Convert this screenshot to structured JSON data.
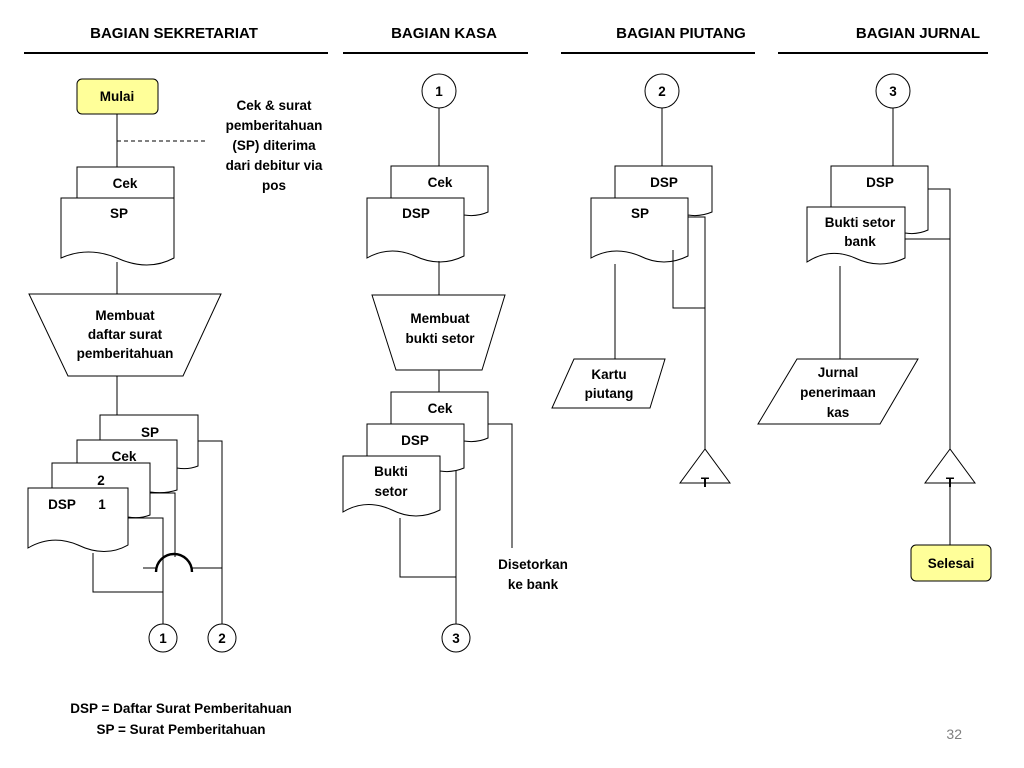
{
  "headers": {
    "sekretariat": "BAGIAN SEKRETARIAT",
    "kasa": "BAGIAN KASA",
    "piutang": "BAGIAN PIUTANG",
    "jurnal": "BAGIAN JURNAL"
  },
  "sekretariat": {
    "start": "Mulai",
    "note": [
      "Cek & surat",
      "pemberitahuan",
      "(SP) diterima",
      "dari debitur via",
      "pos"
    ],
    "doc_cek": "Cek",
    "doc_sp": "SP",
    "process": [
      "Membuat",
      "daftar surat",
      "pemberitahuan"
    ],
    "out_sp": "SP",
    "out_cek": "Cek",
    "out_copy2": "2",
    "out_dsp": "DSP",
    "out_copy1": "1",
    "conn_1": "1",
    "conn_2": "2"
  },
  "kasa": {
    "conn_in": "1",
    "doc_cek": "Cek",
    "doc_dsp": "DSP",
    "process": [
      "Membuat",
      "bukti setor"
    ],
    "out_cek": "Cek",
    "out_dsp": "DSP",
    "out_bukti": [
      "Bukti",
      "setor"
    ],
    "note": [
      "Disetorkan",
      "ke bank"
    ],
    "conn_out": "3"
  },
  "piutang": {
    "conn_in": "2",
    "doc_dsp": "DSP",
    "doc_sp": "SP",
    "ledger": [
      "Kartu",
      "piutang"
    ],
    "file": "T"
  },
  "jurnal": {
    "conn_in": "3",
    "doc_dsp": "DSP",
    "doc_bukti": [
      "Bukti setor",
      "bank"
    ],
    "journal": [
      "Jurnal",
      "penerimaan",
      "kas"
    ],
    "file": "T",
    "end": "Selesai"
  },
  "legend": {
    "line1": "DSP = Daftar Surat Pemberitahuan",
    "line2": "SP = Surat Pemberitahuan"
  },
  "page_number": "32",
  "colors": {
    "terminal_fill": "#ffff99",
    "line": "#000000",
    "page_number": "#7f7f7f"
  }
}
